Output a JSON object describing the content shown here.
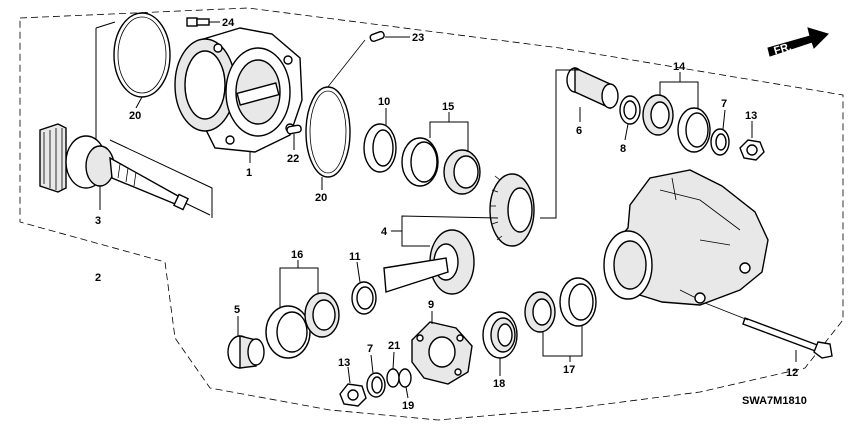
{
  "diagram_code": "SWA7M1810",
  "front_arrow_label": "FR.",
  "callouts": {
    "c1": "1",
    "c2": "2",
    "c3": "3",
    "c4": "4",
    "c5": "5",
    "c6": "6",
    "c7a": "7",
    "c7b": "7",
    "c8": "8",
    "c9": "9",
    "c10": "10",
    "c11": "11",
    "c12": "12",
    "c13a": "13",
    "c13b": "13",
    "c14": "14",
    "c15": "15",
    "c16": "16",
    "c17": "17",
    "c18": "18",
    "c19": "19",
    "c20a": "20",
    "c20b": "20",
    "c21": "21",
    "c22": "22",
    "c23": "23",
    "c24": "24"
  }
}
